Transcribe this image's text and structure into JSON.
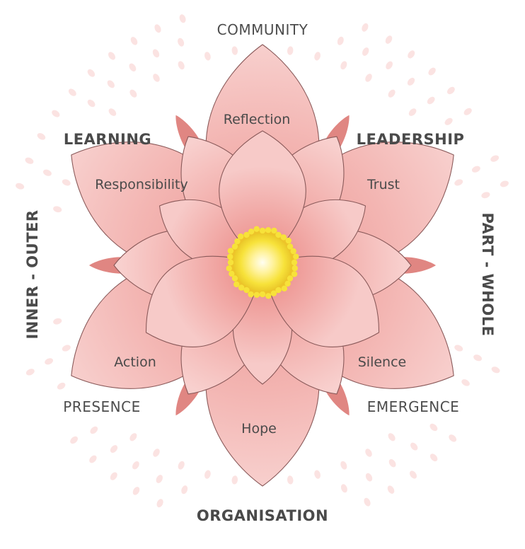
{
  "outer_labels": {
    "top": "COMMUNITY",
    "upper_left": "LEARNING",
    "upper_right": "LEADERSHIP",
    "left": "INNER - OUTER",
    "right": "PART - WHOLE",
    "lower_left": "PRESENCE",
    "lower_right": "EMERGENCE",
    "bottom": "ORGANISATION"
  },
  "petal_labels": {
    "top": "Reflection",
    "upper_left": "Responsibility",
    "upper_right": "Trust",
    "lower_left": "Action",
    "lower_right": "Silence",
    "bottom": "Hope"
  },
  "colors": {
    "petal_outer": "#f2b6b3",
    "petal_inner": "#f6c4c1",
    "petal_core": "#ee9c99",
    "spike": "#e08682",
    "stroke": "#8a5a5a",
    "center_light": "#fffbe0",
    "center_yellow": "#f7e23a",
    "center_edge": "#e8c628",
    "dots": "#fbe3e2"
  }
}
